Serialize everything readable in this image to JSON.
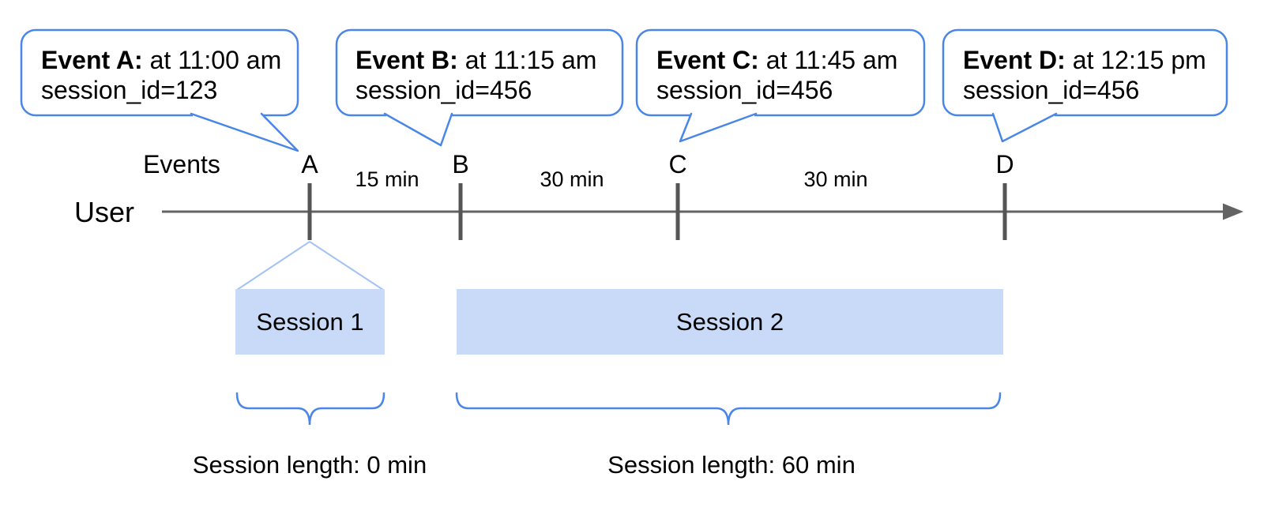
{
  "callouts": [
    {
      "bold": "Event A:",
      "rest": "at 11:00 am",
      "line2": "session_id=123"
    },
    {
      "bold": "Event B:",
      "rest": "at 11:15 am",
      "line2": "session_id=456"
    },
    {
      "bold": "Event C:",
      "rest": "at 11:45 am",
      "line2": "session_id=456"
    },
    {
      "bold": "Event D:",
      "rest": "at 12:15 pm",
      "line2": "session_id=456"
    }
  ],
  "axis": {
    "events_label": "Events",
    "user_label": "User",
    "markers": [
      "A",
      "B",
      "C",
      "D"
    ],
    "intervals": [
      "15 min",
      "30 min",
      "30 min"
    ]
  },
  "sessions": [
    {
      "label": "Session 1",
      "length": "Session length: 0 min"
    },
    {
      "label": "Session 2",
      "length": "Session length: 60 min"
    }
  ],
  "colors": {
    "accent_blue": "#4a86e8",
    "funnel_blue": "#a4c2f4",
    "session_fill": "#c9daf8",
    "axis_gray": "#636363",
    "tick_gray": "#555555",
    "text": "#000000"
  }
}
